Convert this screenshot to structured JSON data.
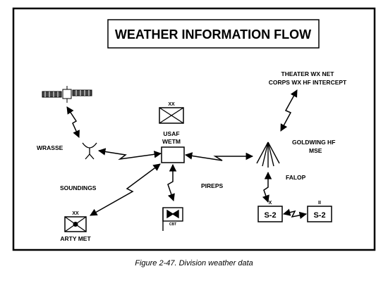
{
  "title": "WEATHER INFORMATION FLOW",
  "nodes": {
    "wrasse": "WRASSE",
    "usaf_line1": "USAF",
    "usaf_line2": "WETM",
    "usaf_echelon": "XX",
    "soundings": "SOUNDINGS",
    "arty_met": "ARTY MET",
    "arty_echelon": "XX",
    "pireps": "PIREPS",
    "cbt": "CBT",
    "theater_line1": "THEATER WX NET",
    "theater_line2": "CORPS WX HF INTERCEPT",
    "goldwing_line1": "GOLDWING HF",
    "goldwing_line2": "MSE",
    "falop": "FALOP",
    "s2_left": "S-2",
    "s2_left_echelon": "X",
    "s2_right": "S-2",
    "s2_right_echelon": "II"
  },
  "caption": "Figure 2-47. Division weather data"
}
